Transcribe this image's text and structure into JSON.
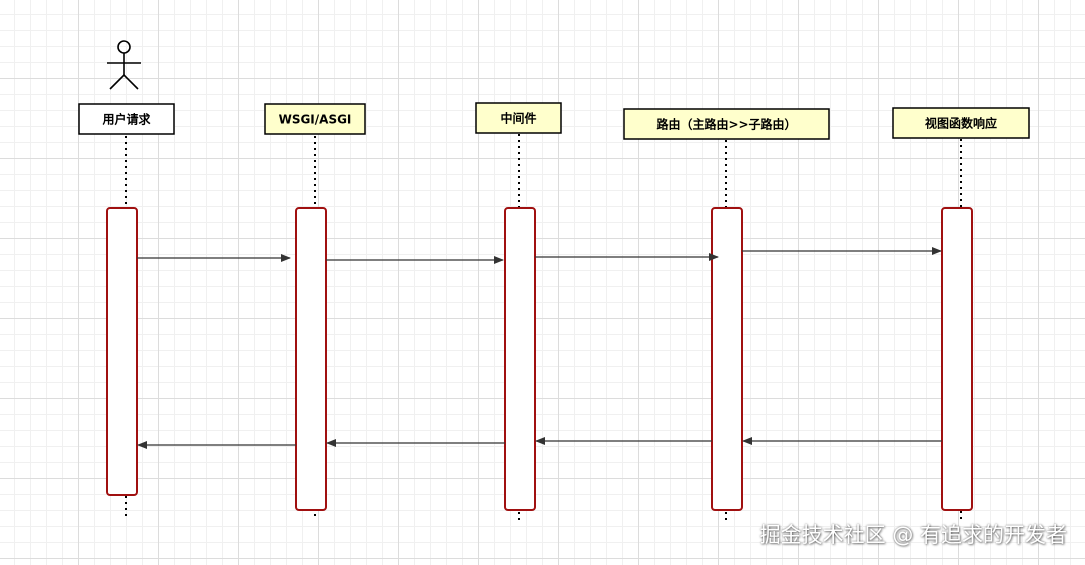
{
  "participants": [
    {
      "id": "user",
      "label": "用户请求",
      "fill": "#ffffff",
      "actor": true
    },
    {
      "id": "wsgi",
      "label": "WSGI/ASGI",
      "fill": "#ffffcc"
    },
    {
      "id": "middleware",
      "label": "中间件",
      "fill": "#ffffcc"
    },
    {
      "id": "router",
      "label": "路由（主路由>>子路由）",
      "fill": "#ffffcc"
    },
    {
      "id": "view",
      "label": "视图函数响应",
      "fill": "#ffffcc"
    }
  ],
  "messages": [
    {
      "from": "user",
      "to": "wsgi",
      "direction": "request"
    },
    {
      "from": "wsgi",
      "to": "middleware",
      "direction": "request"
    },
    {
      "from": "middleware",
      "to": "router",
      "direction": "request"
    },
    {
      "from": "router",
      "to": "view",
      "direction": "request"
    },
    {
      "from": "view",
      "to": "router",
      "direction": "response"
    },
    {
      "from": "router",
      "to": "middleware",
      "direction": "response"
    },
    {
      "from": "middleware",
      "to": "wsgi",
      "direction": "response"
    },
    {
      "from": "wsgi",
      "to": "user",
      "direction": "response"
    }
  ],
  "colors": {
    "activation_border": "#a01010",
    "participant_fill": "#ffffcc",
    "arrow": "#333333"
  },
  "watermark": "掘金技术社区 @ 有追求的开发者"
}
